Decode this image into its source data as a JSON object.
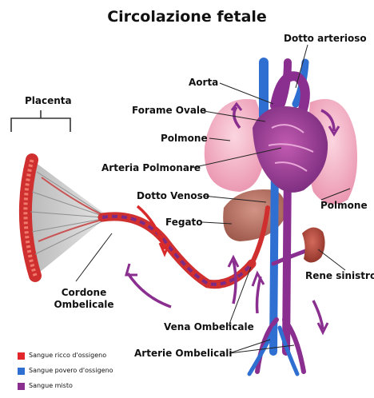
{
  "title": "Circolazione fetale",
  "labels": {
    "placenta": "Placenta",
    "dotto_arterioso": "Dotto arterioso",
    "aorta": "Aorta",
    "forame_ovale": "Forame Ovale",
    "polmone_left": "Polmone",
    "arteria_polmonare": "Arteria Polmonare",
    "dotto_venoso": "Dotto Venoso",
    "fegato": "Fegato",
    "polmone_right": "Polmone",
    "rene_sinistro": "Rene sinistro",
    "cordone_1": "Cordone",
    "cordone_2": "Ombelicale",
    "vena_ombelicale": "Vena Ombelicale",
    "arterie_ombelicali": "Arterie Ombelicali"
  },
  "legend": [
    {
      "label": "Sangue ricco d'ossigeno",
      "color": "#e3262b"
    },
    {
      "label": "Sangue povero d'ossigeno",
      "color": "#2f6fd1"
    },
    {
      "label": "Sangue misto",
      "color": "#8a2f8f"
    }
  ],
  "colors": {
    "oxygenated": "#e3262b",
    "deoxygenated": "#2f6fd1",
    "mixed": "#8a2f8f",
    "lung": "#f2b3c6",
    "liver": "#b56b5c",
    "kidney": "#b0473a",
    "placenta": "#d94a4a"
  }
}
